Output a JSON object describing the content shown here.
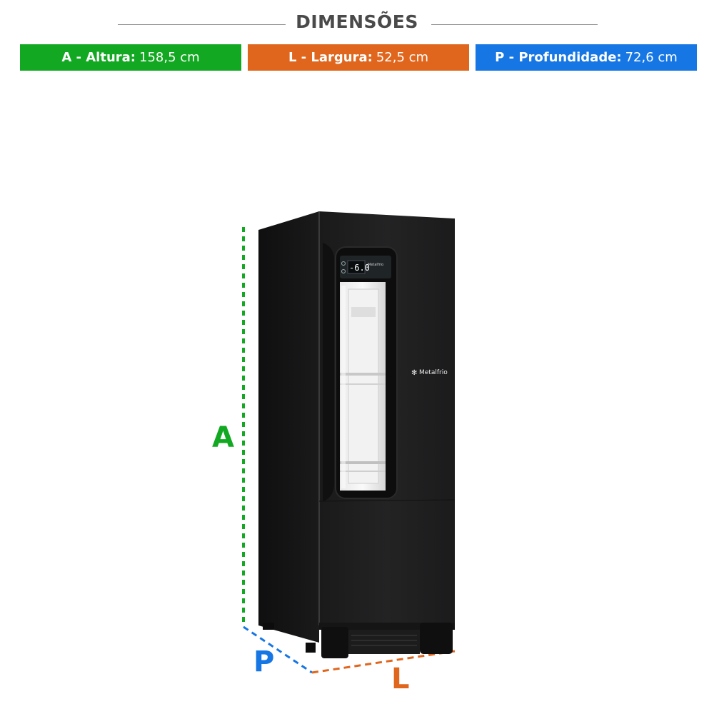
{
  "title": "DIMENSÕES",
  "dimensions": {
    "height": {
      "label": "A - Altura:",
      "value": "158,5 cm",
      "color": "#13a822"
    },
    "width": {
      "label": "L - Largura:",
      "value": "52,5 cm",
      "color": "#e0661e"
    },
    "depth": {
      "label": "P - Profundidade:",
      "value": "72,6 cm",
      "color": "#1676e4"
    }
  },
  "markers": {
    "height": "A",
    "depth": "P",
    "width": "L"
  },
  "product": {
    "brand": "Metalfrio",
    "display_temperature": "-6.0",
    "body_color": "#1c1c1d"
  }
}
